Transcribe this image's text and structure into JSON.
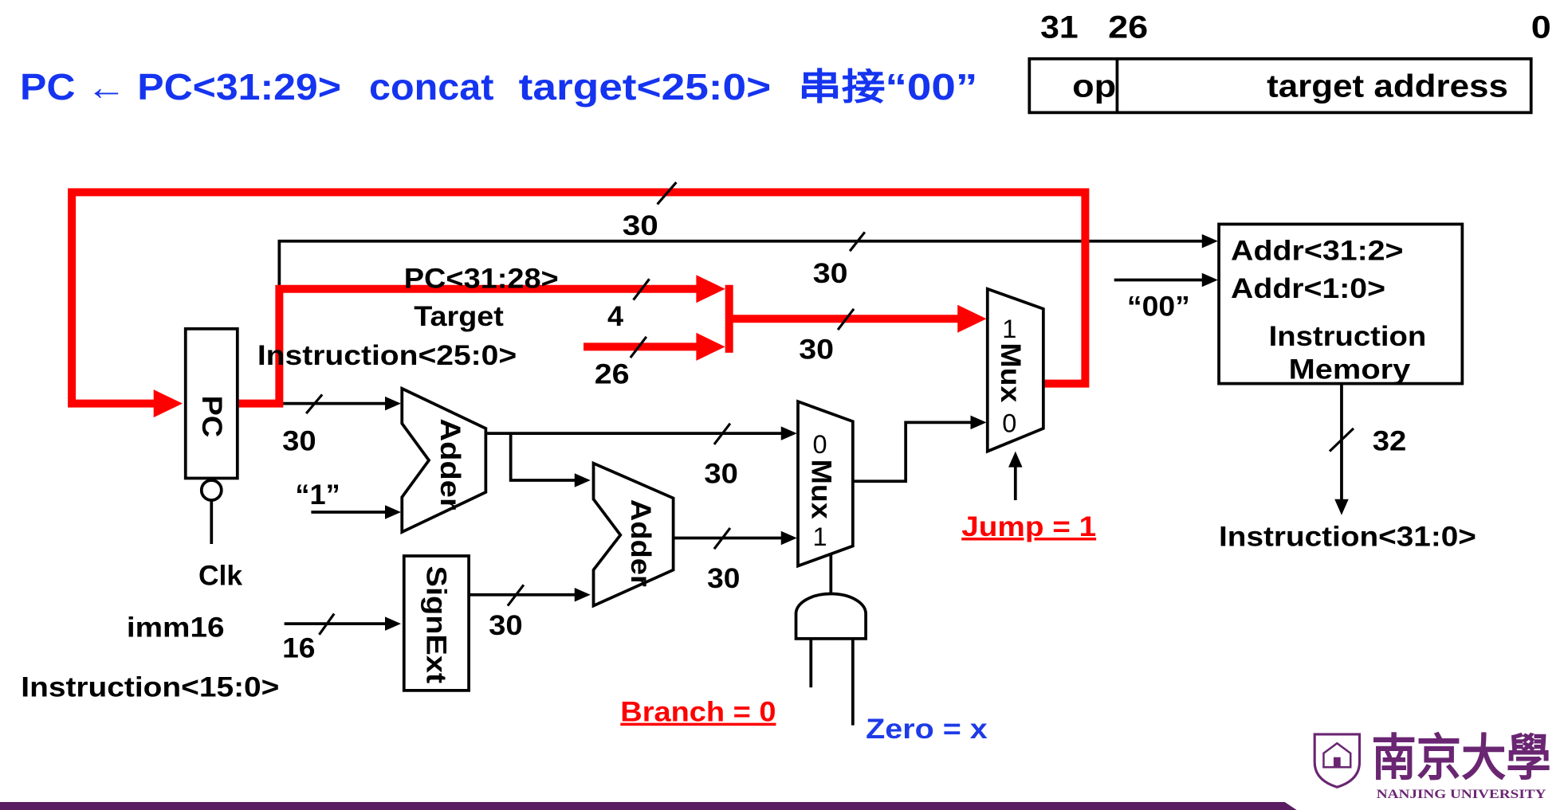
{
  "header": {
    "formula_parts": [
      "PC ← PC<31:29>",
      "concat",
      "target<25:0>",
      "串接“00”"
    ]
  },
  "instruction_format": {
    "bit_labels": [
      "31",
      "26",
      "0"
    ],
    "fields": [
      "op",
      "target address"
    ]
  },
  "datapath": {
    "pc_register": "PC",
    "adder_pc_increment": "Adder",
    "adder_branch_target": "Adder",
    "sign_extender": "SignExt",
    "branch_mux": {
      "input_top": "0",
      "label": "Mux",
      "input_bottom": "1"
    },
    "jump_mux": {
      "input_top": "1",
      "label": "Mux",
      "input_bottom": "0"
    },
    "instruction_memory": {
      "port_high": "Addr<31:2>",
      "port_low": "Addr<1:0>",
      "title_line1": "Instruction",
      "title_line2": "Memory"
    },
    "signals": {
      "pc_upper_bits": "PC<31:28>",
      "target": "Target",
      "target_source": "Instruction<25:0>",
      "constant_one": "“1”",
      "clock": "Clk",
      "immediate": "imm16",
      "immediate_source": "Instruction<15:0>",
      "low_address_bits": "“00”",
      "instruction_out": "Instruction<31:0>"
    },
    "bus_widths": {
      "jump_loop": "30",
      "pc_to_memory": "30",
      "pc_upper_bits": "4",
      "concat_out": "30",
      "target": "26",
      "pc_to_adder": "30",
      "adder_out": "30",
      "immediate": "16",
      "signext_out": "30",
      "branch_adder_out": "30",
      "instruction": "32"
    },
    "control_signals": {
      "branch": "Branch = 0",
      "zero": "Zero = x",
      "jump": "Jump = 1"
    }
  },
  "logo": {
    "name_chinese": "南京大學",
    "name_english": "NANJING UNIVERSITY"
  },
  "colors": {
    "title_blue": "#1534f0",
    "highlight_red": "#ff0000",
    "zero_blue": "#1d3be8",
    "logo_purple": "#6a2672",
    "footer_purple": "#5a1d62"
  }
}
